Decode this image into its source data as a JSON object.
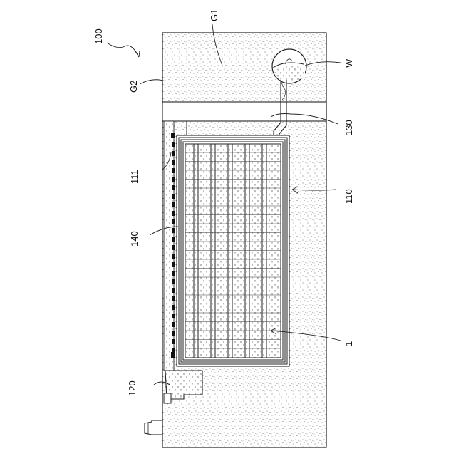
{
  "figure": {
    "labels": {
      "system": "100",
      "ground_1": "G1",
      "ground_2": "G2",
      "water": "W",
      "pipe": "130",
      "insulation_sheet": "111",
      "enclosure": "110",
      "panel": "140",
      "drain": "120",
      "module": "1"
    }
  }
}
